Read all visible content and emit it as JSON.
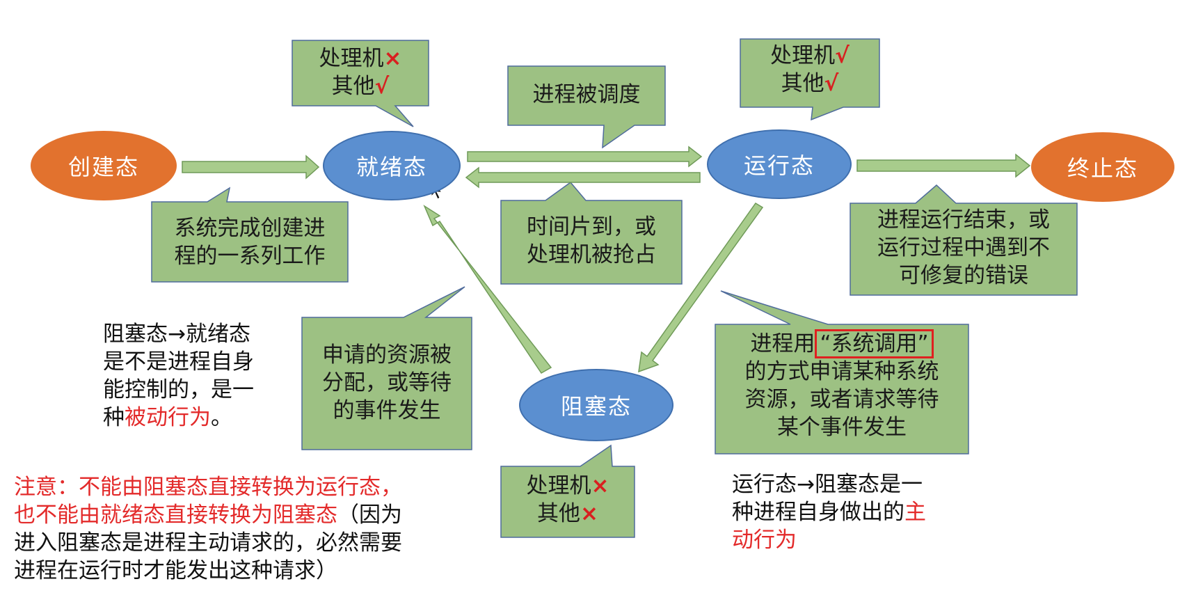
{
  "states": {
    "created": "创建态",
    "ready": "就绪态",
    "running": "运行态",
    "terminated": "终止态",
    "blocked": "阻塞态"
  },
  "callouts": {
    "ready_resources": {
      "line1": "处理机",
      "mark1": "×",
      "line2": "其他",
      "mark2": "√"
    },
    "scheduled": "进程被调度",
    "running_resources": {
      "line1": "处理机",
      "mark1": "√",
      "line2": "其他",
      "mark2": "√"
    },
    "create_done": {
      "line1": "系统完成创建进",
      "line2": "程的一系列工作"
    },
    "timeslice": {
      "line1": "时间片到，或",
      "line2": "处理机被抢占"
    },
    "terminate_reason": {
      "line1": "进程运行结束，或",
      "line2": "运行过程中遇到不",
      "line3": "可修复的错误"
    },
    "resource_allocated": {
      "line1": "申请的资源被",
      "line2": "分配，或等待",
      "line3": "的事件发生"
    },
    "syscall": {
      "prefix": "进程用",
      "highlight": "“系统调用”",
      "line2": "的方式申请某种系统",
      "line3": "资源，或者请求等待",
      "line4": "某个事件发生"
    },
    "blocked_resources": {
      "line1": "处理机",
      "mark1": "×",
      "line2": "其他",
      "mark2": "×"
    }
  },
  "notes": {
    "passive": {
      "line1": "阻塞态→就绪态",
      "line2": "是不是进程自身",
      "line3": "能控制的，是一",
      "line4_prefix": "种",
      "line4_red": "被动行为",
      "line4_suffix": "。"
    },
    "active": {
      "line1": "运行态→阻塞态是一",
      "line2_prefix": "种进程自身做出的",
      "line2_red": "主",
      "line3_red": "动行为"
    },
    "warning": {
      "line1_red": "注意：不能由阻塞态直接转换为运行态，",
      "line2_red": "也不能由就绪态直接转换为阻塞态",
      "line2_black": "（因为",
      "line3": "进入阻塞态是进程主动请求的，必然需要",
      "line4": "进程在运行时才能发出这种请求）"
    }
  },
  "colors": {
    "box_fill": "#9dc183",
    "box_border": "#4f6b9c",
    "arrow_fill": "#a8cc8c",
    "arrow_stroke": "#6f9a58",
    "state_orange": "#e2722e",
    "state_blue": "#5b8fd0",
    "red": "#e32a2a"
  }
}
